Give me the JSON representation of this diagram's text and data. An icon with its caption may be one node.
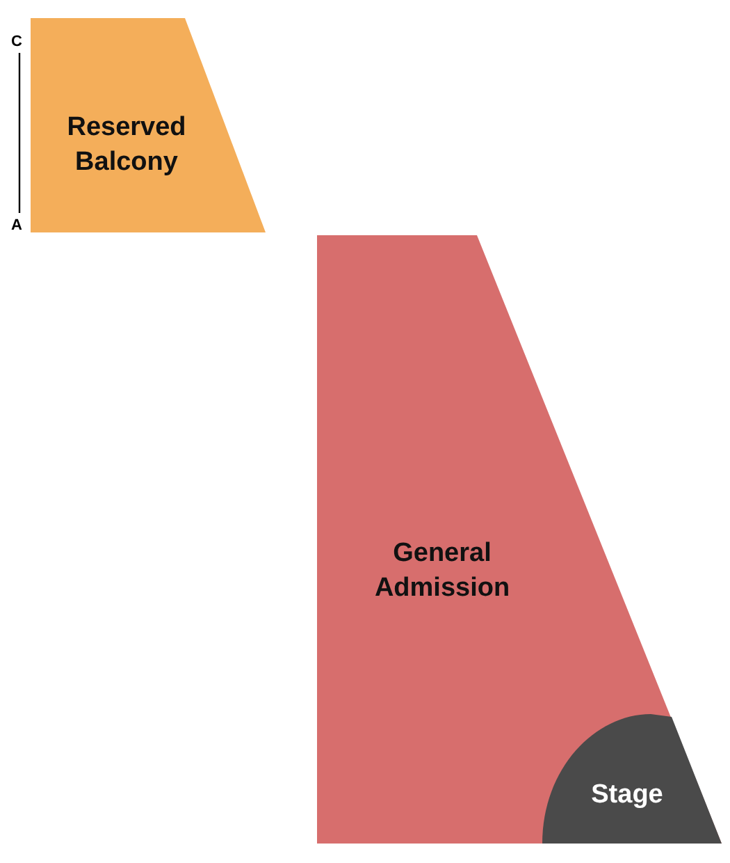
{
  "diagram": {
    "nodes": [
      {
        "text": [
          "Reserved Balcony"
        ],
        "beside": [
          "C",
          "A"
        ]
      },
      {
        "text": [
          "General Admission"
        ]
      },
      {
        "text": [
          "Stage"
        ],
        "in": 1
      }
    ]
  }
}
